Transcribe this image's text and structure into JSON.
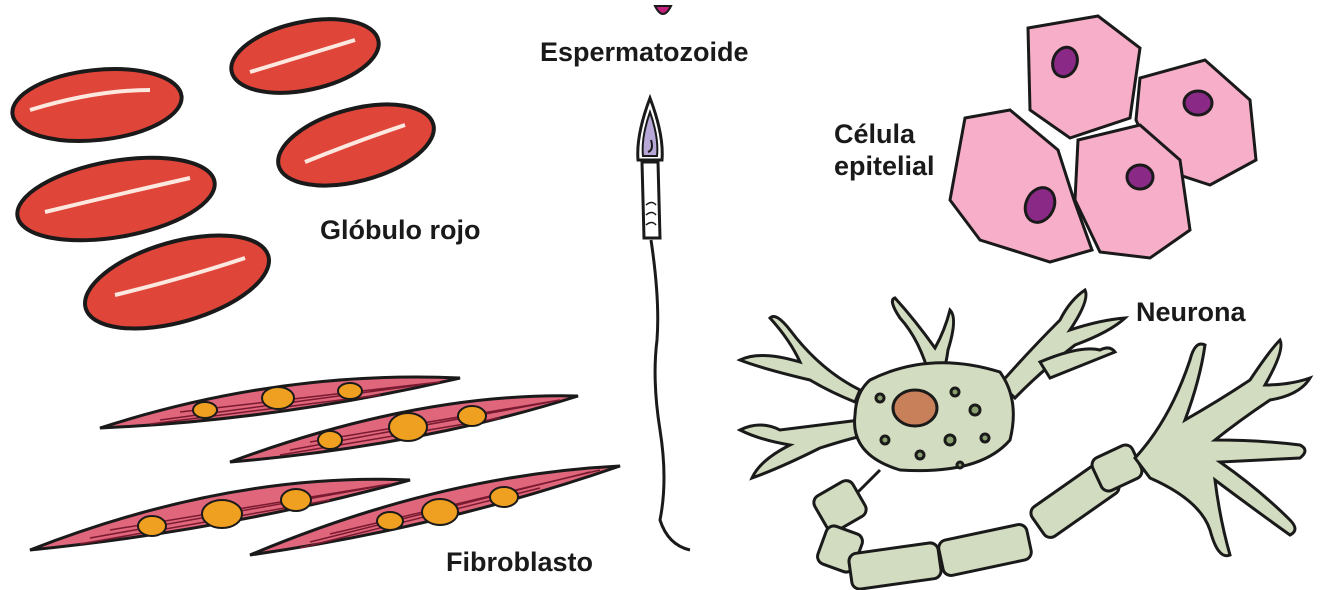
{
  "labels": {
    "sperm": "Espermatozoide",
    "red_blood_cell": "Glóbulo rojo",
    "epithelial_line1": "Célula",
    "epithelial_line2": "epitelial",
    "neuron": "Neurona",
    "fibroblast": "Fibroblasto"
  },
  "colors": {
    "red_blood_cell": "#e0453a",
    "epithelial_cell": "#f7aec8",
    "epithelial_nucleus": "#8a2a86",
    "fibroblast_body": "#e0667c",
    "fibroblast_nucleus": "#f0a020",
    "neuron_body": "#d2dcc0",
    "neuron_nucleus": "#c8805a",
    "sperm_head": "#b8a8d8",
    "outline": "#1a1a1a"
  }
}
